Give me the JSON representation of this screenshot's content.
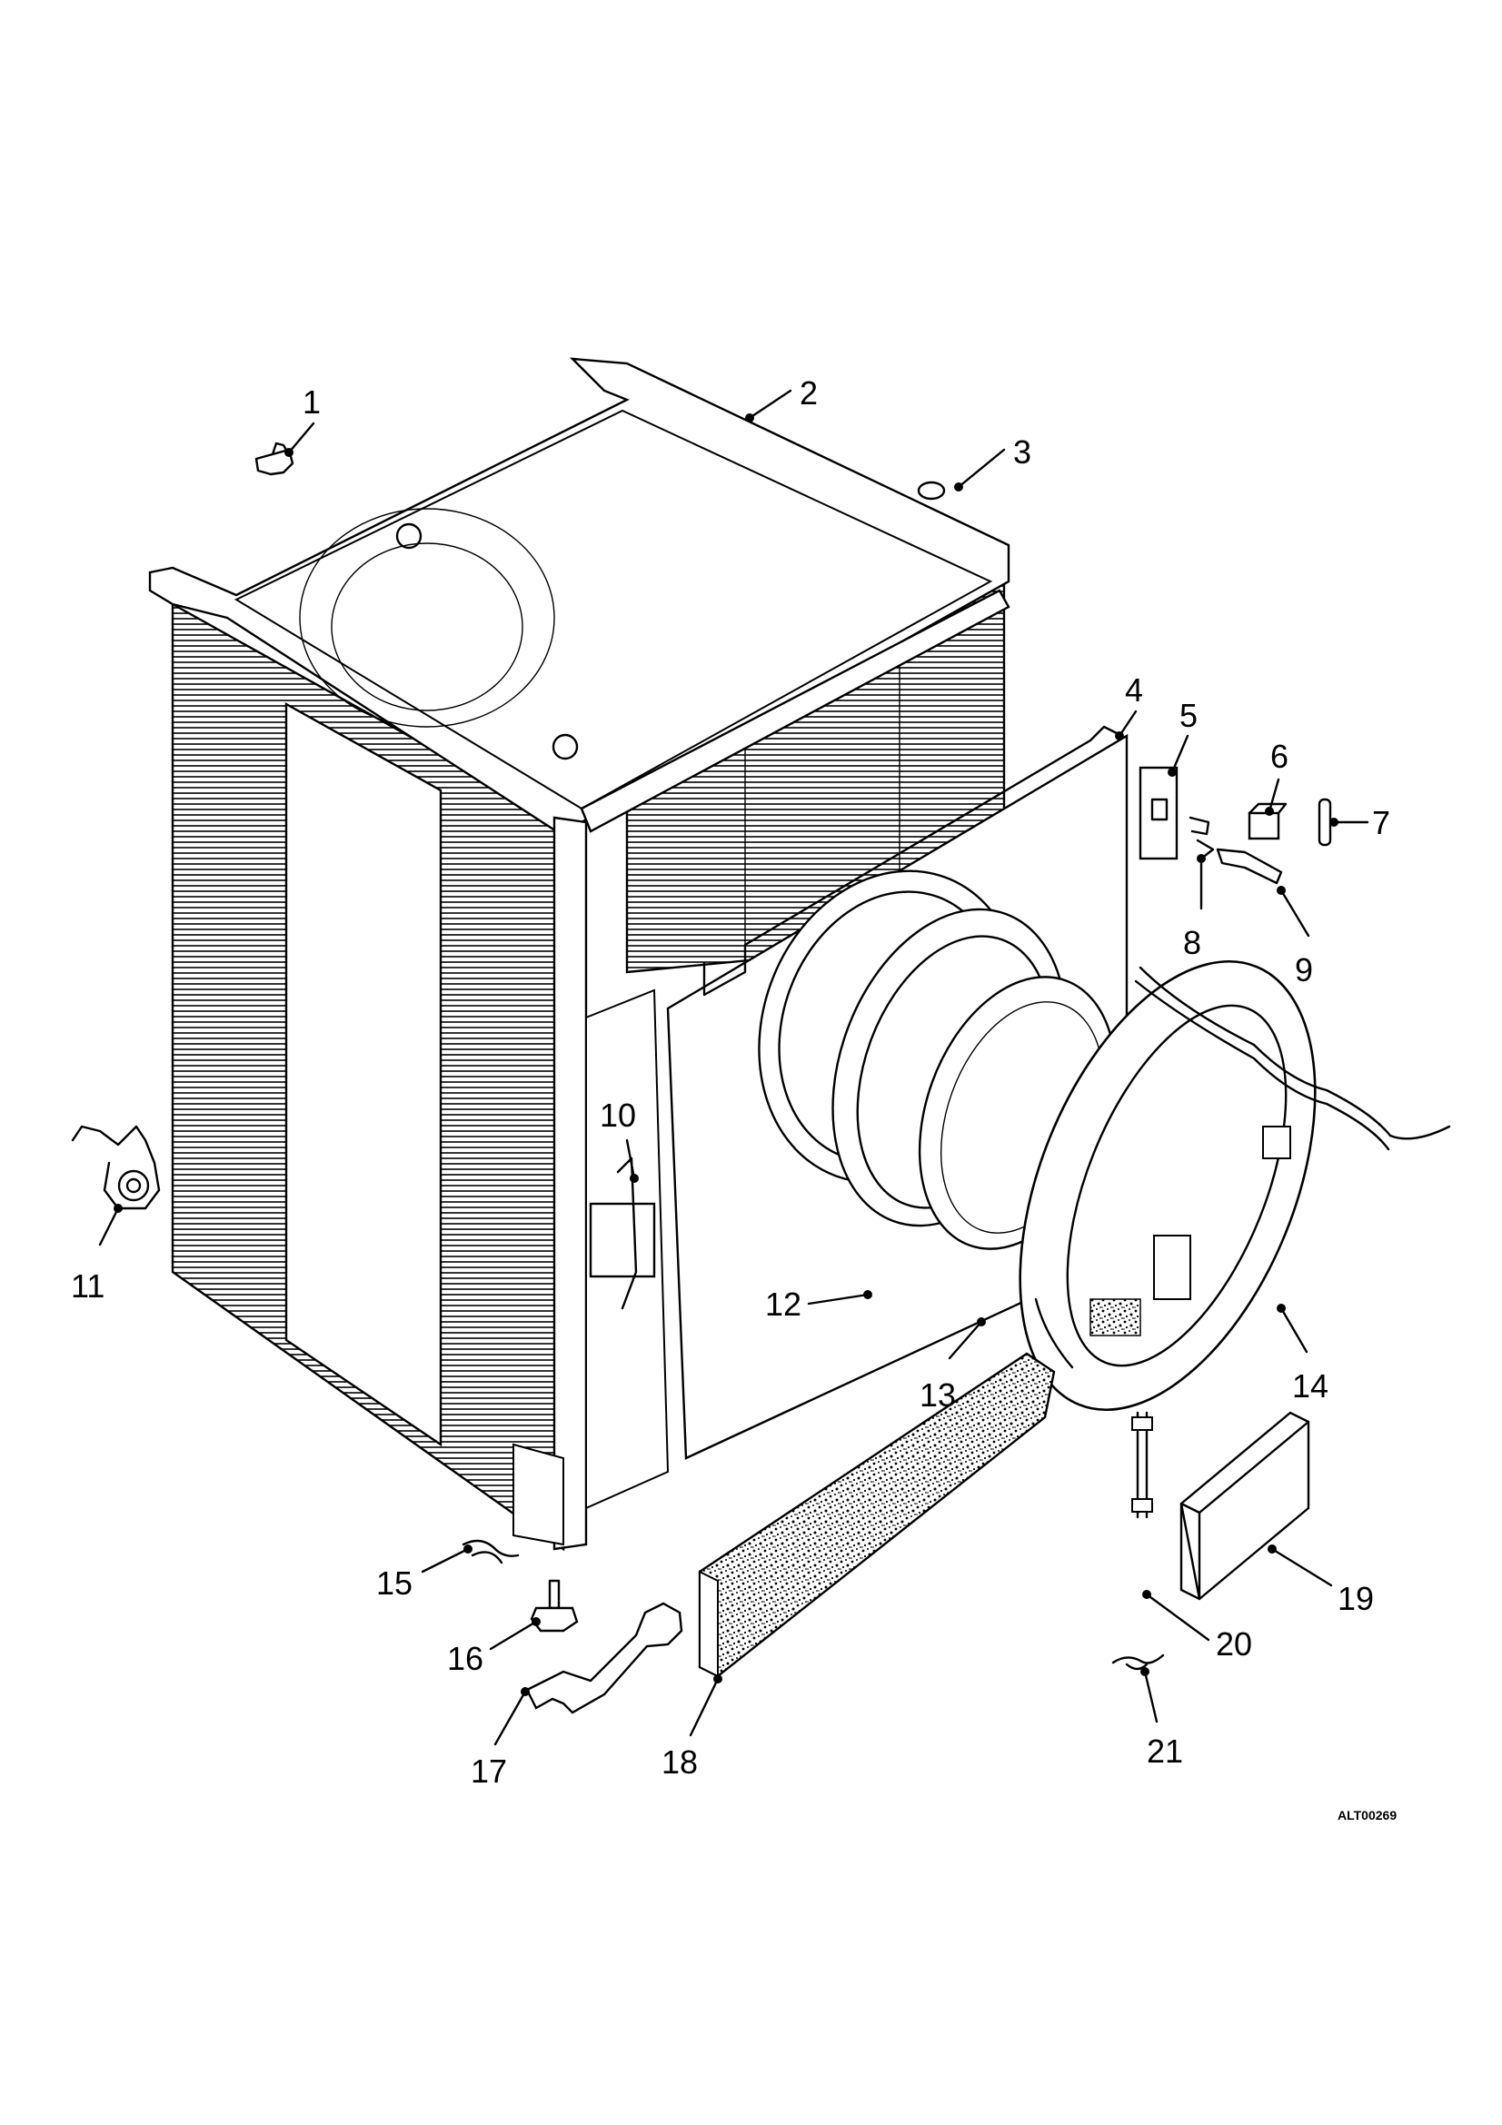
{
  "drawing_code": "ALT00269",
  "parts": [
    {
      "number": "1"
    },
    {
      "number": "2"
    },
    {
      "number": "3"
    },
    {
      "number": "4"
    },
    {
      "number": "5"
    },
    {
      "number": "6"
    },
    {
      "number": "7"
    },
    {
      "number": "8"
    },
    {
      "number": "9"
    },
    {
      "number": "10"
    },
    {
      "number": "11"
    },
    {
      "number": "12"
    },
    {
      "number": "13"
    },
    {
      "number": "14"
    },
    {
      "number": "15"
    },
    {
      "number": "16"
    },
    {
      "number": "17"
    },
    {
      "number": "18"
    },
    {
      "number": "19"
    },
    {
      "number": "20"
    },
    {
      "number": "21"
    }
  ]
}
